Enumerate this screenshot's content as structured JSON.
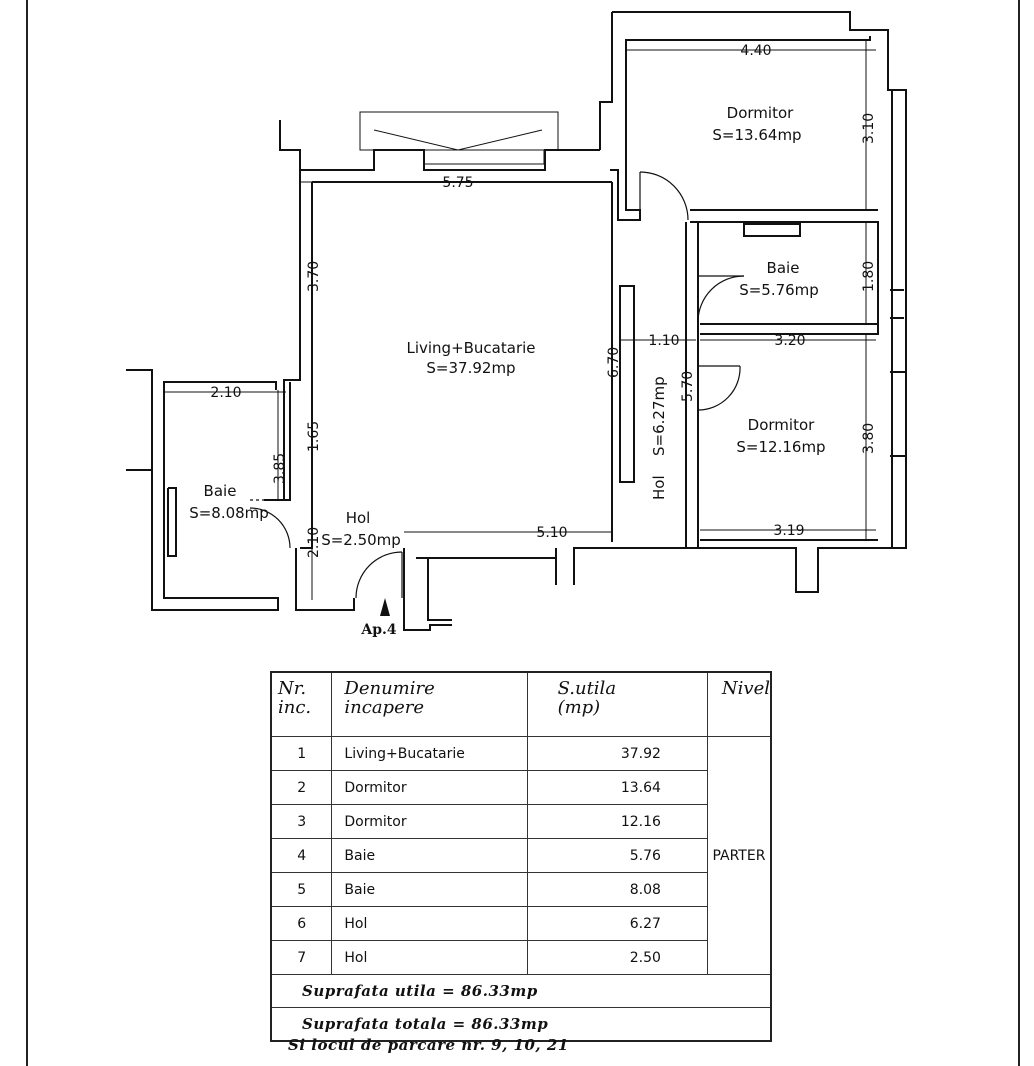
{
  "plan": {
    "rooms": {
      "dormitor_top": {
        "name": "Dormitor",
        "area": "S=13.64mp"
      },
      "baie_mid": {
        "name": "Baie",
        "area": "S=5.76mp"
      },
      "living": {
        "name": "Living+Bucatarie",
        "area": "S=37.92mp"
      },
      "dormitor_bottom": {
        "name": "Dormitor",
        "area": "S=12.16mp"
      },
      "baie_left": {
        "name": "Baie",
        "area": "S=8.08mp"
      },
      "hol_small": {
        "name": "Hol",
        "area": "S=2.50mp"
      },
      "hol_vertical": {
        "name": "Hol",
        "area": "S=6.27mp"
      }
    },
    "dimensions": {
      "d440": "4.40",
      "d310": "3.10",
      "d575": "5.75",
      "d370": "3.70",
      "d180": "1.80",
      "d670": "6.70",
      "d110": "1.10",
      "d320": "3.20",
      "d570": "5.70",
      "d380": "3.80",
      "d210_h": "2.10",
      "d165": "1.65",
      "d385": "3.85",
      "d210_v": "2.10",
      "d510": "5.10",
      "d319": "3.19"
    },
    "apartment_label": "Ap.4"
  },
  "table": {
    "headers": {
      "nr": "Nr. inc.",
      "denumire": "Denumire incapere",
      "sutila": "S.utila (mp)",
      "nivel": "Nivel"
    },
    "rows": [
      {
        "nr": "1",
        "name": "Living+Bucatarie",
        "area": "37.92"
      },
      {
        "nr": "2",
        "name": "Dormitor",
        "area": "13.64"
      },
      {
        "nr": "3",
        "name": "Dormitor",
        "area": "12.16"
      },
      {
        "nr": "4",
        "name": "Baie",
        "area": "5.76"
      },
      {
        "nr": "5",
        "name": "Baie",
        "area": "8.08"
      },
      {
        "nr": "6",
        "name": "Hol",
        "area": "6.27"
      },
      {
        "nr": "7",
        "name": "Hol",
        "area": "2.50"
      }
    ],
    "nivel_value": "PARTER",
    "suprafata_utila": "Suprafata utila = 86.33mp",
    "suprafata_totala": "Suprafata totala = 86.33mp"
  },
  "footer": "Si locul de parcare nr. 9, 10, 21"
}
